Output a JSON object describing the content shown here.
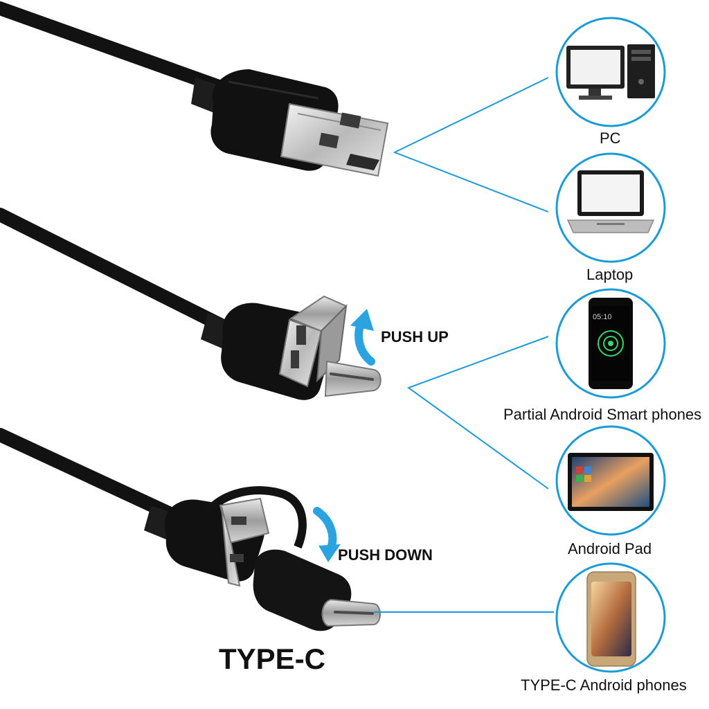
{
  "devices": {
    "pc": "PC",
    "laptop": "Laptop",
    "phone": "Partial Android Smart phones",
    "phone_time": "05:10",
    "pad": "Android Pad",
    "typec_phone": "TYPE-C Android phones"
  },
  "actions": {
    "push_up": "PUSH UP",
    "push_down": "PUSH DOWN"
  },
  "connector_title": "TYPE-C",
  "colors": {
    "accent_blue": "#1a9bd7",
    "arrow_blue": "#2aa3e0",
    "cable_black": "#121212"
  }
}
